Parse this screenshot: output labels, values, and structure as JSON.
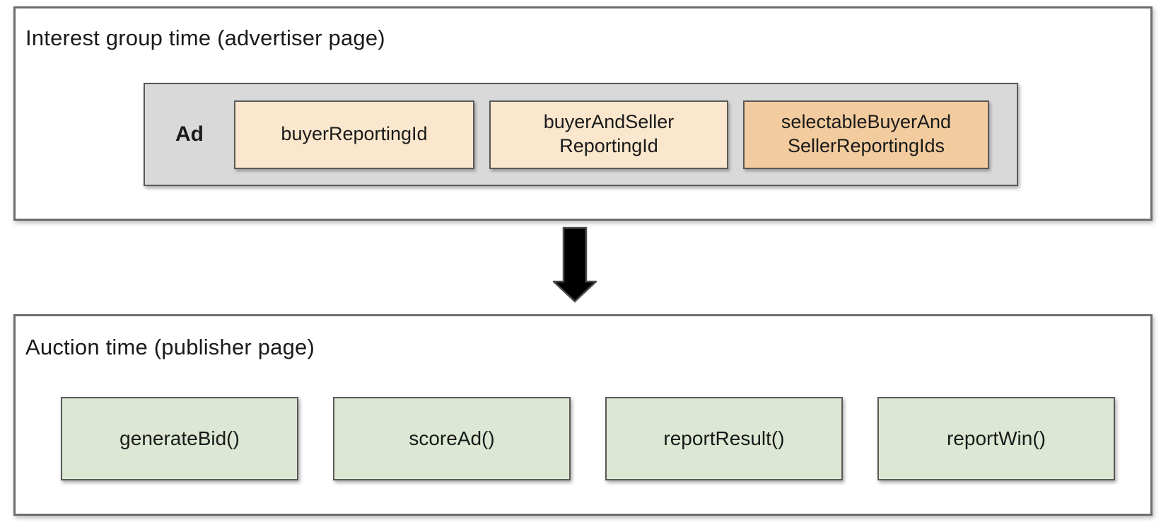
{
  "colors": {
    "outer_border": "#6e6e6e",
    "container_fill": "#d9d9d9",
    "box_border": "#595959",
    "peach_fill": "#fae7cd",
    "orange_fill": "#f2cc9e",
    "green_fill": "#dde8d4",
    "arrow_fill": "#000000",
    "arrow_outline": "#4d4d4d",
    "text": "#1a1a1a"
  },
  "interest_group_section": {
    "title": "Interest group time (advertiser page)",
    "ad_container": {
      "label": "Ad",
      "fields": [
        {
          "label": "buyerReportingId",
          "variant": "peach"
        },
        {
          "label": "buyerAndSeller\nReportingId",
          "variant": "peach"
        },
        {
          "label": "selectableBuyerAnd\nSellerReportingIds",
          "variant": "orange"
        }
      ]
    }
  },
  "arrow": {
    "direction": "down"
  },
  "auction_section": {
    "title": "Auction time (publisher page)",
    "functions": [
      {
        "label": "generateBid()"
      },
      {
        "label": "scoreAd()"
      },
      {
        "label": "reportResult()"
      },
      {
        "label": "reportWin()"
      }
    ]
  }
}
